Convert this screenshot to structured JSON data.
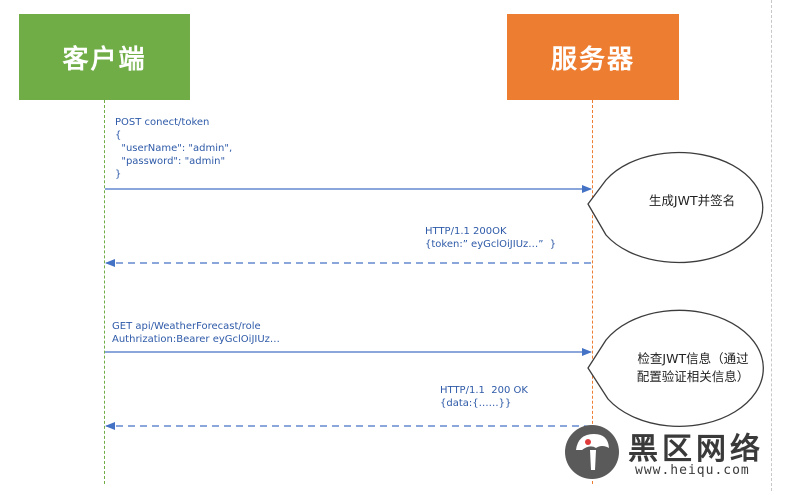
{
  "actors": {
    "client": "客户端",
    "server": "服务器"
  },
  "messages": {
    "login_request": "POST conect/token\n{\n  \"userName\": \"admin\",\n  \"password\": \"admin\"\n}",
    "login_response": "HTTP/1.1 200OK\n{token:” eyGclOiJIUz…”  }",
    "api_request": "GET api/WeatherForecast/role\nAuthrization:Bearer eyGclOiJIUz…",
    "api_response": "HTTP/1.1  200 OK\n{data:{……}}"
  },
  "notes": {
    "generate": "生成JWT并签名",
    "verify": "检查JWT信息（通过\n配置验证相关信息）"
  },
  "watermark": {
    "title": "黑区网络",
    "url": "www.heiqu.com"
  },
  "colors": {
    "client": "#70ad47",
    "server": "#ed7d31",
    "arrow": "#4472c4",
    "text": "#2e5aa8"
  }
}
